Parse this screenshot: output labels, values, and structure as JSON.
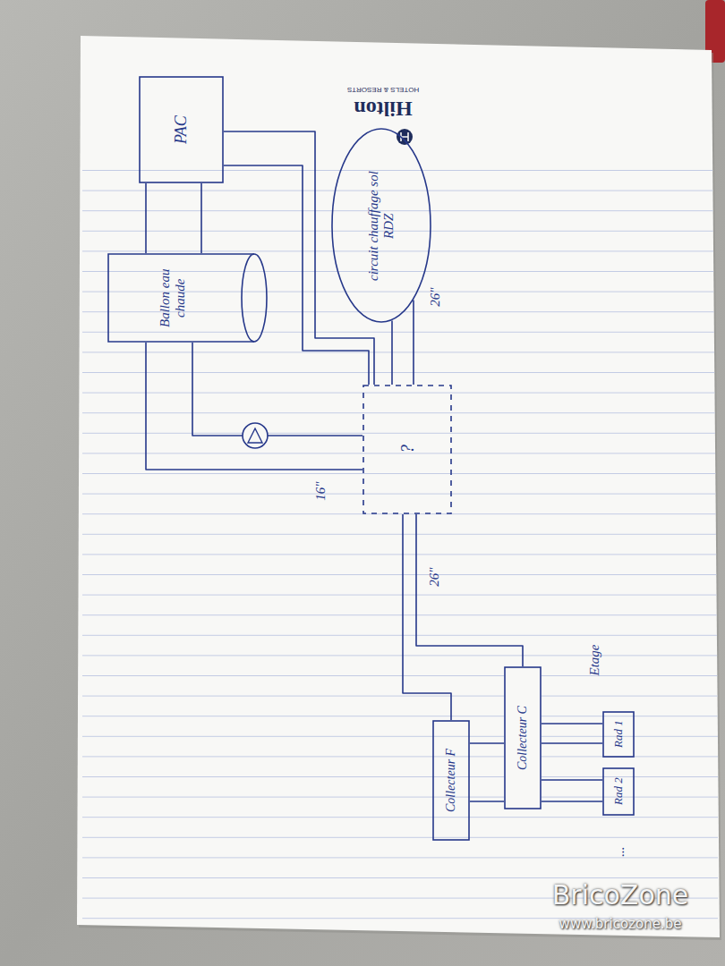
{
  "diagram": {
    "nodes": [
      {
        "text": [
          "PAC"
        ]
      },
      {
        "text": [
          "circuit chauffage sol RDZ"
        ]
      },
      {
        "text": [
          "Ballon eau chaude"
        ]
      },
      {
        "text": [
          "?"
        ]
      },
      {
        "text": [
          "Collecteur C"
        ]
      },
      {
        "text": [
          "Collecteur F"
        ]
      },
      {
        "text": [
          "Rad 1"
        ]
      },
      {
        "text": [
          "Rad 2"
        ]
      }
    ],
    "edges": [
      {
        "from": 0,
        "to": 3,
        "arrow": "none"
      },
      {
        "from": 0,
        "to": 3,
        "arrow": "none"
      },
      {
        "from": 1,
        "to": 3,
        "arrow": "none"
      },
      {
        "from": 1,
        "to": 3,
        "arrow": "none"
      },
      {
        "from": 0,
        "to": 2,
        "arrow": "none"
      },
      {
        "from": 0,
        "to": 2,
        "arrow": "none"
      },
      {
        "from": 2,
        "to": 3,
        "arrow": "none"
      },
      {
        "from": 2,
        "to": 3,
        "arrow": "none"
      },
      {
        "from": 3,
        "to": 4,
        "arrow": "none"
      },
      {
        "from": 3,
        "to": 5,
        "arrow": "none"
      },
      {
        "from": 4,
        "to": 6,
        "arrow": "none"
      },
      {
        "from": 4,
        "to": 7,
        "arrow": "none"
      },
      {
        "from": 5,
        "to": 6,
        "arrow": "none"
      },
      {
        "from": 5,
        "to": 7,
        "arrow": "none"
      }
    ],
    "labels": [
      "Hilton",
      "HOTELS & RESORTS",
      "26\"",
      "16\"",
      "26\"",
      "Etage",
      "...",
      "BricoZone",
      "www.bricozone.be"
    ]
  }
}
